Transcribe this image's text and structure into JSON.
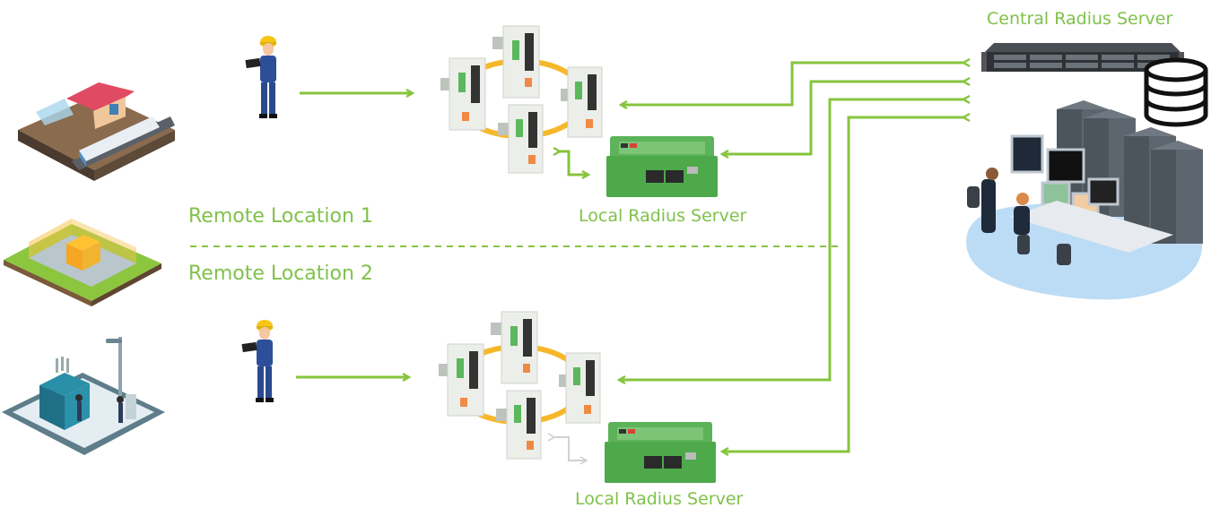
{
  "diagram": {
    "title": "Central Radius Server",
    "colors": {
      "accent": "#7fc24a",
      "arrow": "#86c43e",
      "ring": "#f5b82a",
      "switch_body": "#e8eae6",
      "radius_device": "#4ea94a",
      "server_dark": "#3a3f44",
      "database_icon": "#111111"
    },
    "central": {
      "label": "Central Radius Server",
      "icons": [
        "rack-server-icon",
        "database-icon",
        "control-room-illustration"
      ]
    },
    "locations": [
      {
        "label": "Remote Location 1",
        "site_illustration": "train-station",
        "technician": "field-technician",
        "switch_ring_count": 4,
        "local_server_label": "Local Radius Server",
        "local_link_active": true
      },
      {
        "label": "Remote Location 2",
        "site_illustration": "electrical-substation",
        "technician": "field-technician",
        "switch_ring_count": 4,
        "local_server_label": "Local Radius Server",
        "local_link_active": false
      }
    ],
    "extra_site": "fenced-transformer-yard"
  }
}
